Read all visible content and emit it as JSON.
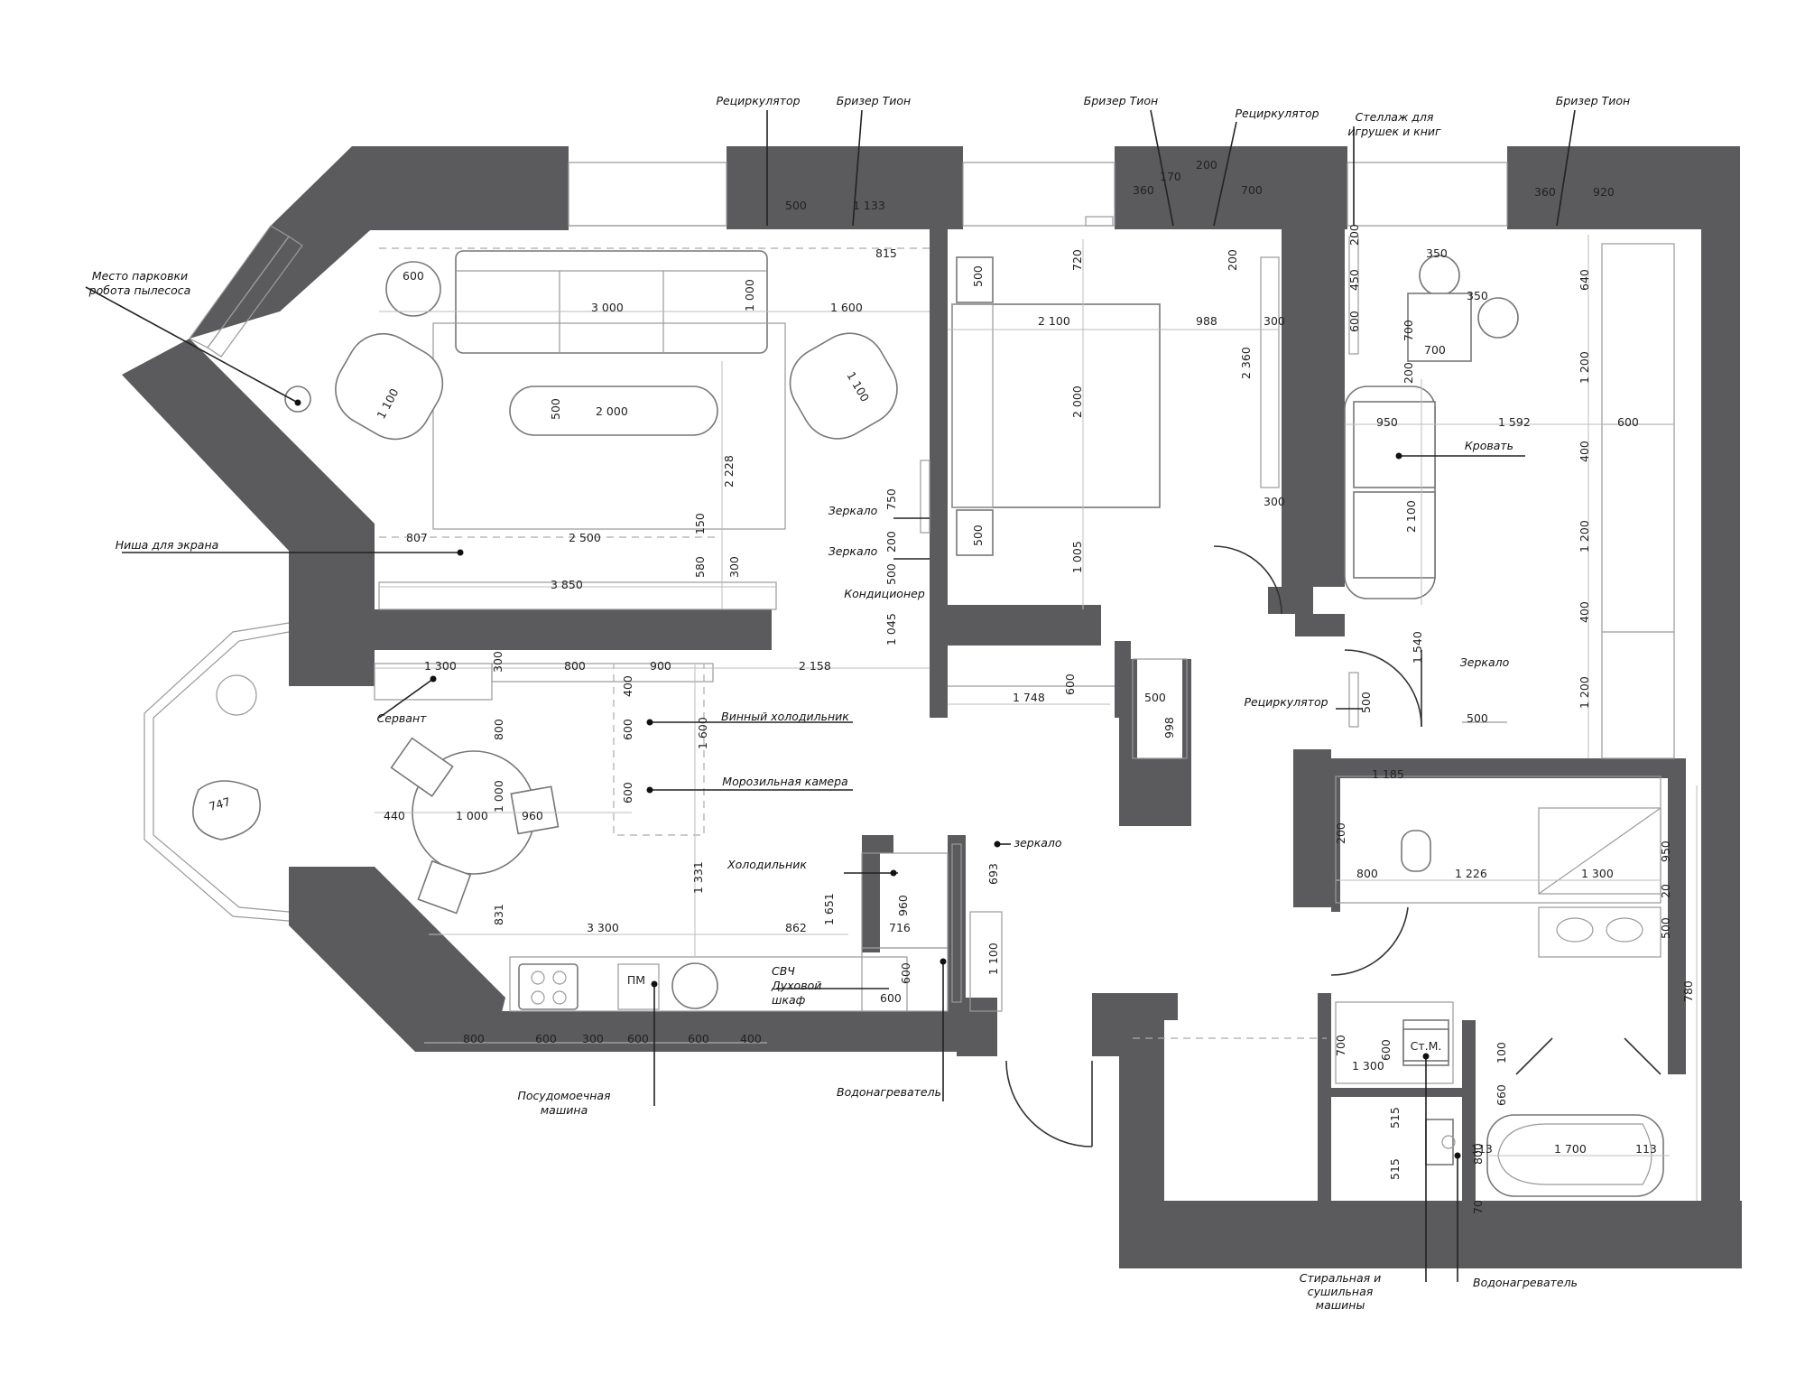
{
  "labels": {
    "recirc_1": "Рециркулятор",
    "breezer_1": "Бризер Тион",
    "breezer_2": "Бризер Тион",
    "recirc_2": "Рециркулятор",
    "shelf_1": "Стеллаж для",
    "shelf_2": "игрушек и книг",
    "breezer_3": "Бризер Тион",
    "parking_1": "Место парковки",
    "parking_2": "робота пылесоса",
    "screen_niche": "Ниша для экрана",
    "mirror_1": "Зеркало",
    "mirror_2": "Зеркало",
    "aircon": "Кондиционер",
    "sideboard": "Сервант",
    "wine_fridge": "Винный холодильник",
    "freezer": "Морозильная камера",
    "fridge": "Холодильник",
    "mirror_small": "зеркало",
    "microwave": "СВЧ",
    "oven_1": "Духовой",
    "oven_2": "шкаф",
    "dishwasher_1": "Посудомоечная",
    "dishwasher_2": "машина",
    "water_heater_1": "Водонагреватель",
    "recirc_3": "Рециркулятор",
    "bed": "Кровать",
    "mirror_3": "Зеркало",
    "washer_1": "Стиральная и",
    "washer_2": "сушильная",
    "washer_3": "машины",
    "water_heater_2": "Водонагреватель",
    "pm": "ПМ",
    "stm": "Ст.М."
  },
  "dims_h": [
    "500",
    "1 133",
    "815",
    "3 000",
    "1 000",
    "1 600",
    "2 000",
    "600",
    "360",
    "170",
    "200",
    "700",
    "2 100",
    "988",
    "300",
    "300",
    "350",
    "350",
    "700",
    "950",
    "1 592",
    "600",
    "360",
    "920",
    "807",
    "2 500",
    "3 850",
    "1 300",
    "300",
    "800",
    "900",
    "2 158",
    "1 748",
    "500",
    "440",
    "1 000",
    "960",
    "3 300",
    "862",
    "716",
    "600",
    "800",
    "600",
    "300",
    "600",
    "600",
    "400",
    "1 185",
    "800",
    "1 226",
    "1 300",
    "1 300",
    "1 700",
    "113",
    "113",
    "500"
  ],
  "dims_v": [
    "720",
    "500",
    "200",
    "2 360",
    "2 000",
    "500",
    "1 005",
    "150",
    "580",
    "300",
    "750",
    "200",
    "500",
    "1 045",
    "2 228",
    "1 100",
    "1 100",
    "500",
    "200",
    "450",
    "600",
    "640",
    "700",
    "200",
    "1 200",
    "400",
    "2 100",
    "1 200",
    "400",
    "1 200",
    "1 540",
    "500",
    "400",
    "600",
    "600",
    "1 600",
    "800",
    "1 000",
    "831",
    "1 331",
    "1 651",
    "960",
    "693",
    "1 100",
    "600",
    "998",
    "600",
    "200",
    "950",
    "20",
    "500",
    "780",
    "700",
    "600",
    "100",
    "660",
    "515",
    "515",
    "800",
    "70",
    "747"
  ]
}
